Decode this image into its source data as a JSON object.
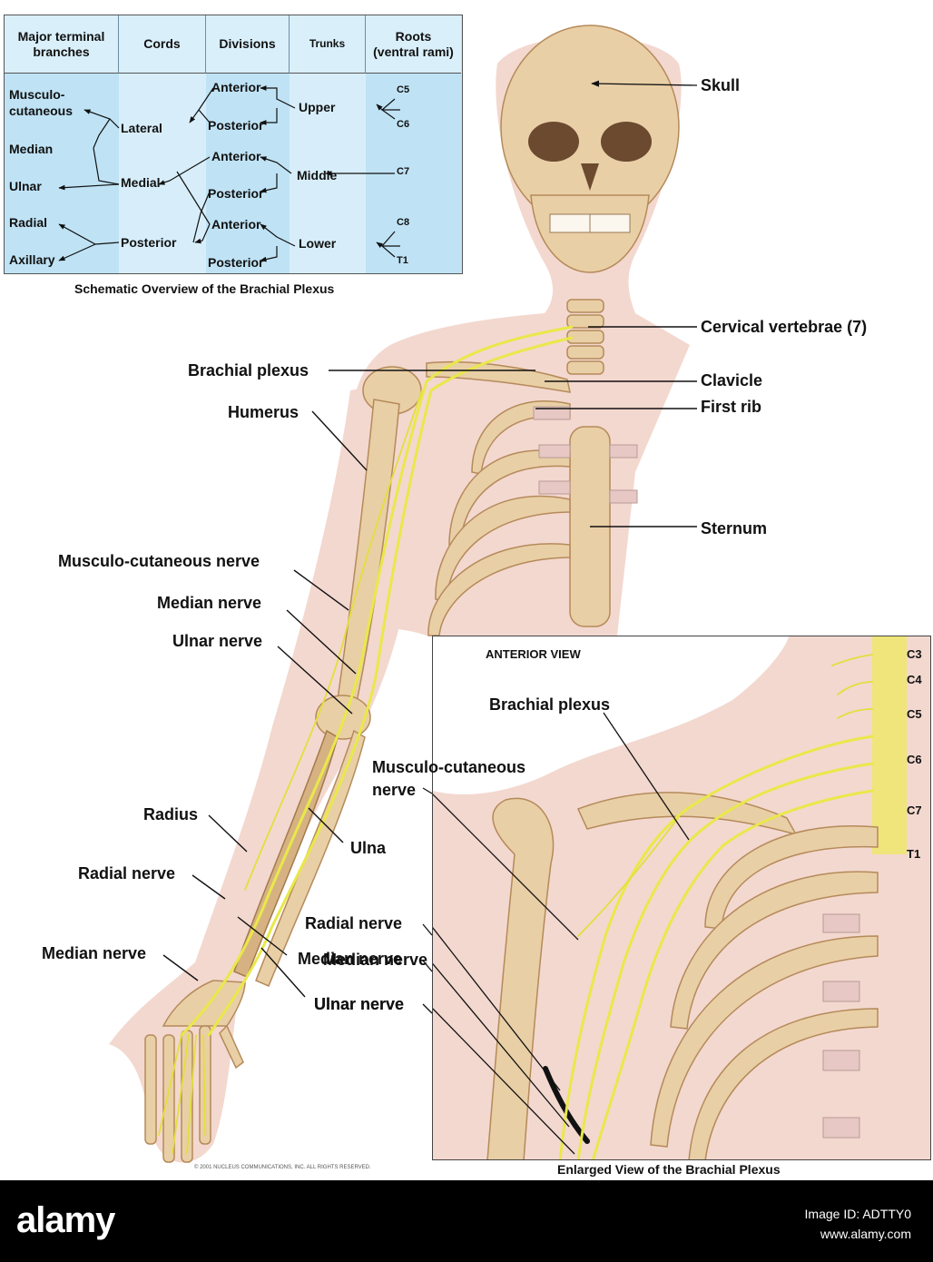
{
  "schematic": {
    "headers": [
      "Major terminal\nbranches",
      "Cords",
      "Divisions",
      "Trunks",
      "Roots\n(ventral rami)"
    ],
    "branches": [
      "Musculo-\ncutaneous",
      "Median",
      "Ulnar",
      "Radial",
      "Axillary"
    ],
    "cords": [
      "Lateral",
      "Medial",
      "Posterior"
    ],
    "divisions": [
      "Anterior",
      "Posterior",
      "Anterior",
      "Posterior",
      "Anterior",
      "Posterior"
    ],
    "trunks": [
      "Upper",
      "Middle",
      "Lower"
    ],
    "roots": [
      "C5",
      "C6",
      "C7",
      "C8",
      "T1"
    ],
    "caption": "Schematic Overview of the Brachial Plexus",
    "colors": {
      "header": "#d9effa",
      "body": "#bfe3f5",
      "border": "#555555"
    }
  },
  "labels": {
    "skull": "Skull",
    "cervical_vertebrae": "Cervical vertebrae (7)",
    "brachial_plexus": "Brachial plexus",
    "clavicle": "Clavicle",
    "humerus": "Humerus",
    "first_rib": "First rib",
    "sternum": "Sternum",
    "musculo_cutaneous_nerve": "Musculo-cutaneous nerve",
    "median_nerve_upper": "Median nerve",
    "ulnar_nerve_upper": "Ulnar nerve",
    "radius": "Radius",
    "ulna": "Ulna",
    "radial_nerve": "Radial nerve",
    "median_nerve_hand": "Median nerve",
    "median_nerve_lower": "Median nerve",
    "ulnar_nerve_lower": "Ulnar nerve"
  },
  "inset": {
    "title": "ANTERIOR VIEW",
    "brachial_plexus": "Brachial plexus",
    "musculo_cutaneous_line1": "Musculo-cutaneous",
    "musculo_cutaneous_line2": "nerve",
    "radial_nerve": "Radial nerve",
    "median_nerve": "Median nerve",
    "ulnar_nerve": "Ulnar nerve",
    "roots": [
      "C3",
      "C4",
      "C5",
      "C6",
      "C7",
      "T1"
    ],
    "caption": "Enlarged View of the Brachial Plexus"
  },
  "copyright": "© 2001   NUCLEUS COMMUNICATIONS, INC.  ALL RIGHTS RESERVED.",
  "footer": {
    "logo": "alamy",
    "image_id_line1": "Image ID: ADTTY0",
    "image_id_line2": "www.alamy.com"
  },
  "colors": {
    "nerve": "#e9e84a",
    "bone": "#e9cfa6",
    "skin": "#f3d8cf",
    "schematic_bg": "#bfe3f5"
  }
}
